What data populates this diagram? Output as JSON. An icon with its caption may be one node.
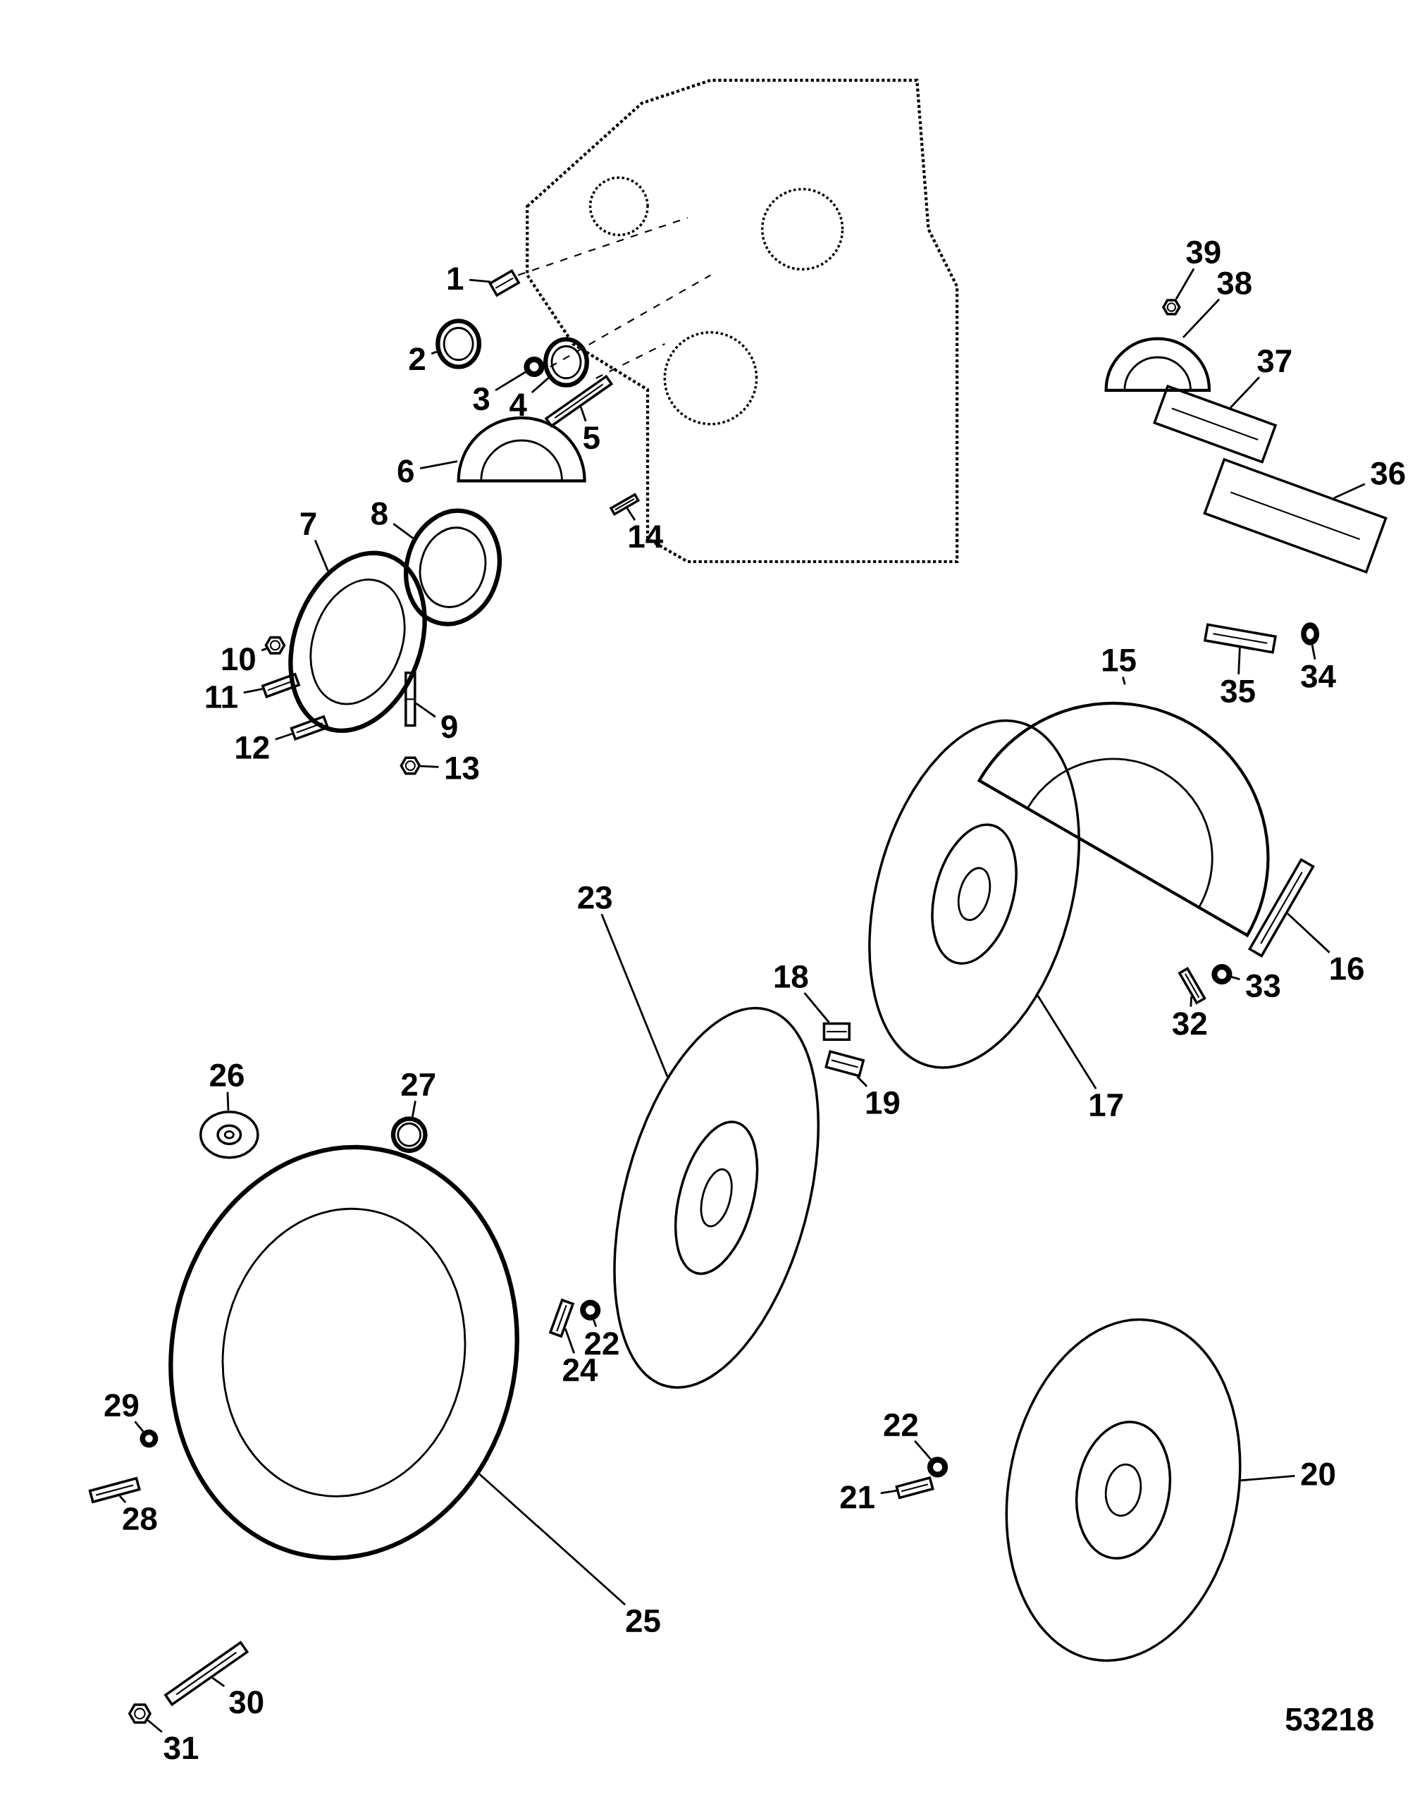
{
  "diagram": {
    "nodes": [
      {
        "text": [
          "1"
        ]
      },
      {
        "text": [
          "2"
        ]
      },
      {
        "text": [
          "3"
        ]
      },
      {
        "text": [
          "4"
        ]
      },
      {
        "text": [
          "5"
        ]
      },
      {
        "text": [
          "6"
        ]
      },
      {
        "text": [
          "7"
        ]
      },
      {
        "text": [
          "8"
        ]
      },
      {
        "text": [
          "9"
        ]
      },
      {
        "text": [
          "10"
        ]
      },
      {
        "text": [
          "11"
        ]
      },
      {
        "text": [
          "12"
        ]
      },
      {
        "text": [
          "13"
        ]
      },
      {
        "text": [
          "14"
        ]
      },
      {
        "text": [
          "15"
        ]
      },
      {
        "text": [
          "16"
        ]
      },
      {
        "text": [
          "17"
        ]
      },
      {
        "text": [
          "18"
        ]
      },
      {
        "text": [
          "19"
        ]
      },
      {
        "text": [
          "20"
        ]
      },
      {
        "text": [
          "21"
        ]
      },
      {
        "text": [
          "22"
        ]
      },
      {
        "text": [
          "22"
        ]
      },
      {
        "text": [
          "23"
        ]
      },
      {
        "text": [
          "24"
        ]
      },
      {
        "text": [
          "25"
        ]
      },
      {
        "text": [
          "26"
        ]
      },
      {
        "text": [
          "27"
        ]
      },
      {
        "text": [
          "28"
        ]
      },
      {
        "text": [
          "29"
        ]
      },
      {
        "text": [
          "30"
        ]
      },
      {
        "text": [
          "31"
        ]
      },
      {
        "text": [
          "32"
        ]
      },
      {
        "text": [
          "33"
        ]
      },
      {
        "text": [
          "34"
        ]
      },
      {
        "text": [
          "35"
        ]
      },
      {
        "text": [
          "36"
        ]
      },
      {
        "text": [
          "37"
        ]
      },
      {
        "text": [
          "38"
        ]
      },
      {
        "text": [
          "39"
        ]
      },
      {
        "text": [],
        "shape": "picture"
      },
      {
        "text": [],
        "shape": "picture"
      },
      {
        "text": [],
        "shape": "picture"
      },
      {
        "text": [],
        "shape": "picture"
      },
      {
        "text": [],
        "shape": "picture"
      },
      {
        "text": [],
        "shape": "picture"
      },
      {
        "text": [],
        "shape": "picture"
      },
      {
        "text": [],
        "shape": "picture"
      },
      {
        "text": [],
        "shape": "picture"
      },
      {
        "text": [],
        "shape": "picture"
      },
      {
        "text": [],
        "shape": "picture"
      },
      {
        "text": [],
        "shape": "picture"
      },
      {
        "text": [],
        "shape": "picture"
      },
      {
        "text": [],
        "shape": "picture"
      },
      {
        "text": [],
        "shape": "picture"
      },
      {
        "text": [],
        "shape": "picture"
      },
      {
        "text": [],
        "shape": "picture"
      },
      {
        "text": [],
        "shape": "picture"
      },
      {
        "text": [],
        "shape": "picture"
      },
      {
        "text": [],
        "shape": "picture"
      },
      {
        "text": [],
        "shape": "picture"
      },
      {
        "text": [],
        "shape": "picture"
      },
      {
        "text": [],
        "shape": "picture"
      },
      {
        "text": [],
        "shape": "picture"
      },
      {
        "text": [],
        "shape": "picture"
      },
      {
        "text": [],
        "shape": "picture"
      },
      {
        "text": [],
        "shape": "picture"
      },
      {
        "text": [],
        "shape": "picture"
      },
      {
        "text": [],
        "shape": "picture"
      },
      {
        "text": [],
        "shape": "picture"
      },
      {
        "text": [],
        "shape": "picture"
      },
      {
        "text": [],
        "shape": "picture"
      },
      {
        "text": [],
        "shape": "picture"
      },
      {
        "text": [],
        "shape": "picture"
      },
      {
        "text": [],
        "shape": "picture"
      },
      {
        "text": [],
        "shape": "picture"
      },
      {
        "text": [],
        "shape": "picture"
      },
      {
        "text": [],
        "shape": "picture"
      },
      {
        "text": [],
        "shape": "picture"
      },
      {
        "text": [],
        "shape": "picture"
      }
    ],
    "edges": [
      {
        "from": 0,
        "to": 40,
        "arrow": "none"
      },
      {
        "from": 1,
        "to": 41,
        "arrow": "none"
      },
      {
        "from": 2,
        "to": 42,
        "arrow": "none"
      },
      {
        "from": 3,
        "to": 43,
        "arrow": "none"
      },
      {
        "from": 4,
        "to": 44,
        "arrow": "none"
      },
      {
        "from": 5,
        "to": 45,
        "arrow": "none"
      },
      {
        "from": 6,
        "to": 46,
        "arrow": "none"
      },
      {
        "from": 7,
        "to": 47,
        "arrow": "none"
      },
      {
        "from": 8,
        "to": 48,
        "arrow": "none"
      },
      {
        "from": 9,
        "to": 49,
        "arrow": "none"
      },
      {
        "from": 10,
        "to": 50,
        "arrow": "none"
      },
      {
        "from": 11,
        "to": 51,
        "arrow": "none"
      },
      {
        "from": 12,
        "to": 52,
        "arrow": "none"
      },
      {
        "from": 13,
        "to": 53,
        "arrow": "none"
      },
      {
        "from": 14,
        "to": 54,
        "arrow": "none"
      },
      {
        "from": 15,
        "to": 55,
        "arrow": "none"
      },
      {
        "from": 16,
        "to": 56,
        "arrow": "none"
      },
      {
        "from": 17,
        "to": 57,
        "arrow": "none"
      },
      {
        "from": 18,
        "to": 58,
        "arrow": "none"
      },
      {
        "from": 19,
        "to": 59,
        "arrow": "none"
      },
      {
        "from": 20,
        "to": 60,
        "arrow": "none"
      },
      {
        "from": 21,
        "to": 61,
        "arrow": "none"
      },
      {
        "from": 22,
        "to": 62,
        "arrow": "none"
      },
      {
        "from": 23,
        "to": 63,
        "arrow": "none"
      },
      {
        "from": 24,
        "to": 64,
        "arrow": "none"
      },
      {
        "from": 25,
        "to": 65,
        "arrow": "none"
      },
      {
        "from": 26,
        "to": 66,
        "arrow": "none"
      },
      {
        "from": 27,
        "to": 67,
        "arrow": "none"
      },
      {
        "from": 28,
        "to": 68,
        "arrow": "none"
      },
      {
        "from": 29,
        "to": 69,
        "arrow": "none"
      },
      {
        "from": 30,
        "to": 70,
        "arrow": "none"
      },
      {
        "from": 31,
        "to": 71,
        "arrow": "none"
      },
      {
        "from": 32,
        "to": 72,
        "arrow": "none"
      },
      {
        "from": 33,
        "to": 73,
        "arrow": "none"
      },
      {
        "from": 34,
        "to": 74,
        "arrow": "none"
      },
      {
        "from": 35,
        "to": 75,
        "arrow": "none"
      },
      {
        "from": 36,
        "to": 76,
        "arrow": "none"
      },
      {
        "from": 37,
        "to": 77,
        "arrow": "none"
      },
      {
        "from": 38,
        "to": 78,
        "arrow": "none"
      },
      {
        "from": 39,
        "to": 79,
        "arrow": "none"
      }
    ],
    "labels": [
      "53218"
    ]
  }
}
